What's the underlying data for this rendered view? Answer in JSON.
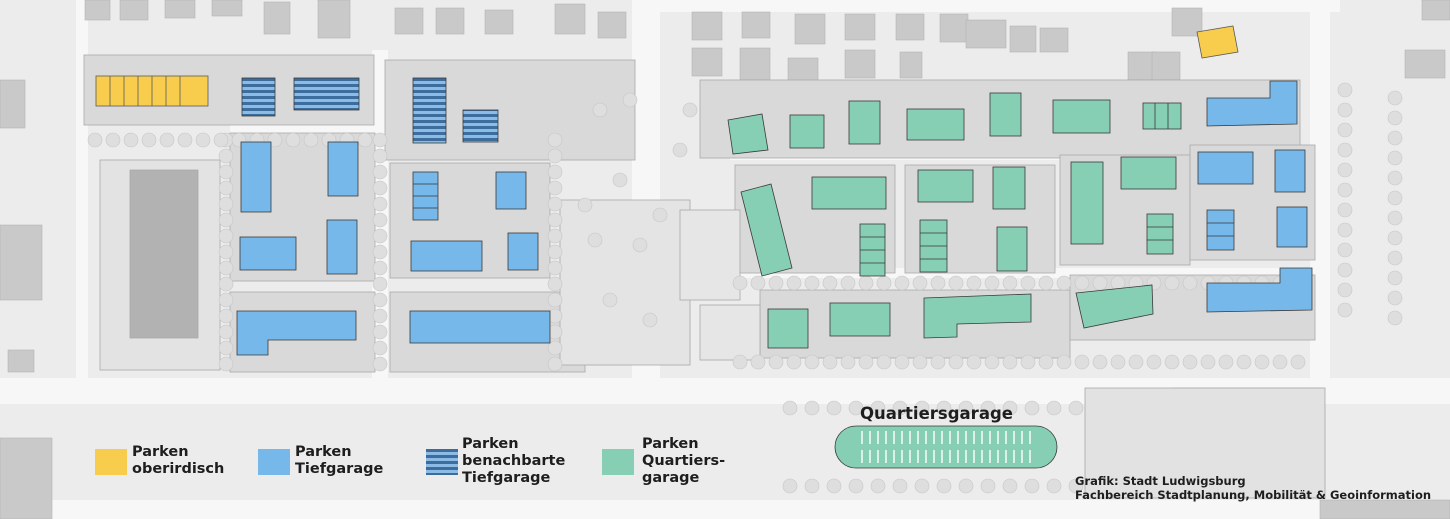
{
  "legend": {
    "items": [
      {
        "key": "surface",
        "label": "Parken\noberirdisch",
        "color": "#f8cd4e"
      },
      {
        "key": "underground",
        "label": "Parken\nTiefgarage",
        "color": "#76b8ea"
      },
      {
        "key": "neighbor",
        "label": "Parken\nbenachbarte\nTiefgarage",
        "color": "#3d6d9c",
        "stripe_color": "#8cbce6"
      },
      {
        "key": "district",
        "label": "Parken\nQuartiers-\ngarage",
        "color": "#86ceb4"
      }
    ]
  },
  "annotation": {
    "quartiersgarage": "Quartiersgarage"
  },
  "credit": {
    "line1": "Grafik: Stadt Ludwigsburg",
    "line2": "Fachbereich Stadtplanung, Mobilität & Geoinformation"
  },
  "colors": {
    "background": "#ececec",
    "block": "#d9d9d9",
    "road": "#f7f7f7",
    "neighbor_building": "#c9c9c9",
    "tree": "#dedede",
    "outline": "#6f6f6f"
  }
}
